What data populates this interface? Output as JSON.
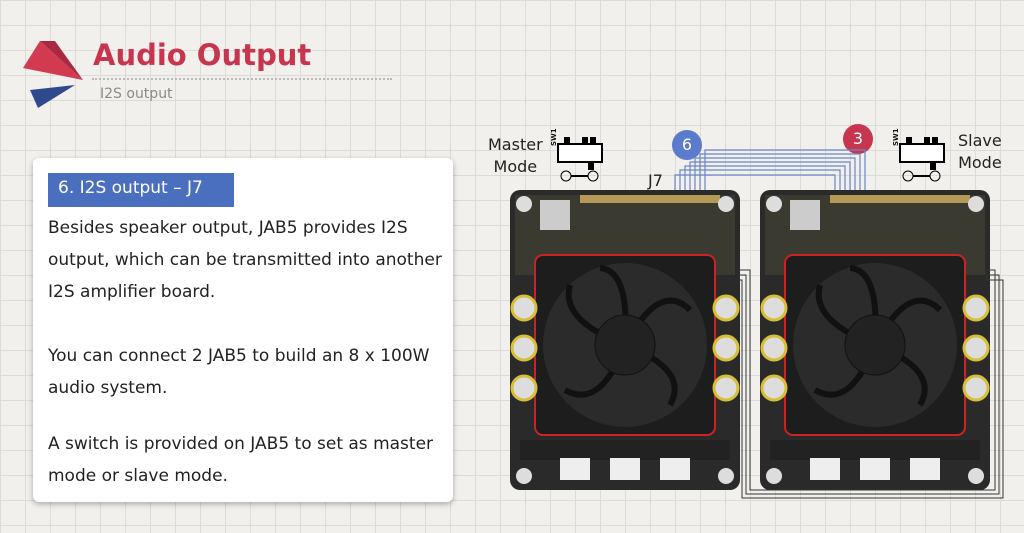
{
  "header": {
    "title": "Audio Output",
    "subtitle": "I2S output"
  },
  "card": {
    "heading": "6. I2S output – J7",
    "paragraphs": [
      "Besides speaker output, JAB5 provides I2S output, which can be transmitted into another I2S amplifier board.",
      "You can connect 2 JAB5 to build an 8 x 100W audio system.",
      "A switch is provided on JAB5 to set as master mode or slave mode."
    ]
  },
  "diagram": {
    "master_label_1": "Master",
    "master_label_2": "Mode",
    "slave_label_1": "Slave",
    "slave_label_2": "Mode",
    "connector_label": "J7",
    "master_badge": "6",
    "slave_badge": "3",
    "switch_label": "SW1",
    "colors": {
      "accent_red": "#c8354f",
      "accent_blue": "#4b6fbf"
    }
  }
}
